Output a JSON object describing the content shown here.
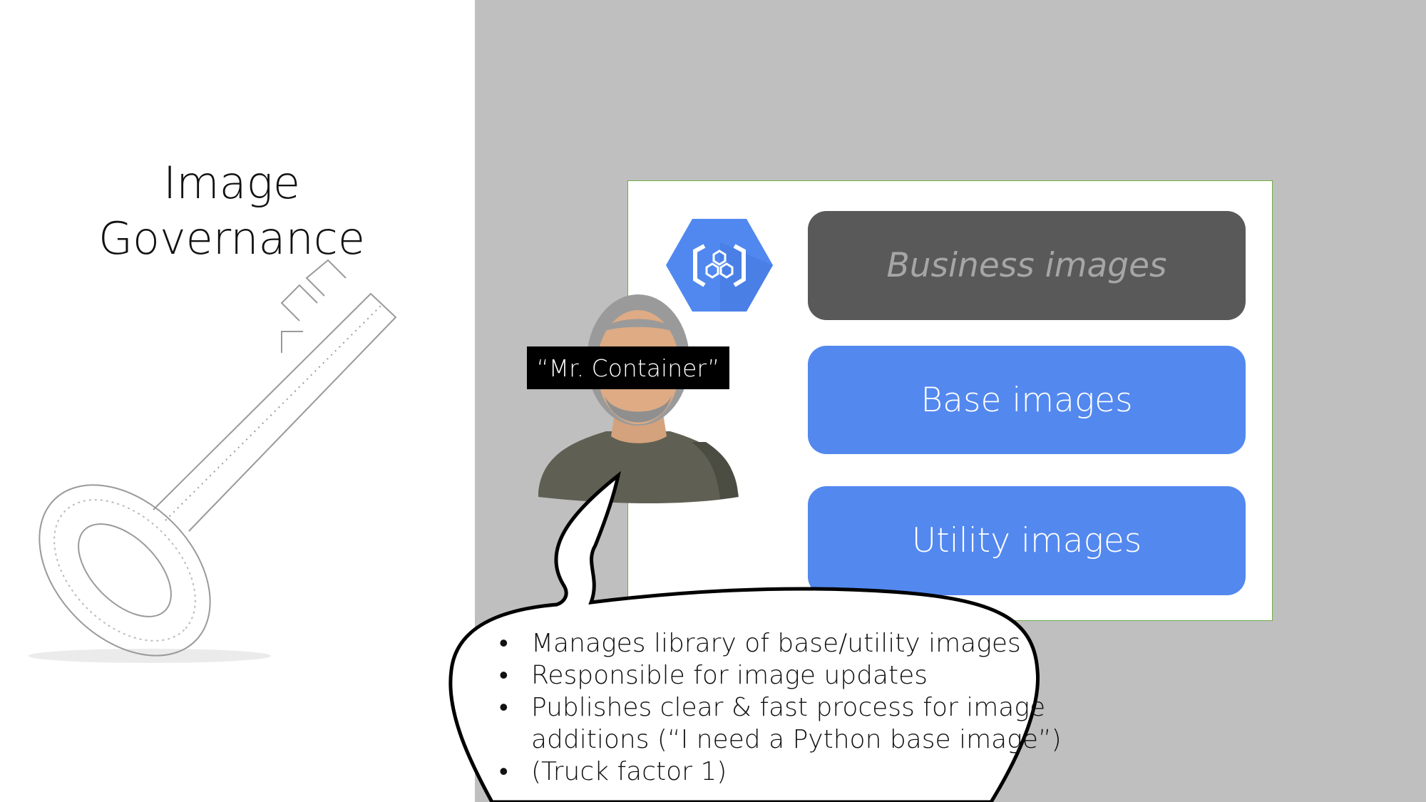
{
  "slide": {
    "title_lines": [
      "Image",
      "Governance"
    ],
    "layers": {
      "business": "Business images",
      "base": "Base images",
      "utility": "Utility images"
    },
    "person_label": "“Mr. Container”",
    "speech_bullets": [
      {
        "text": "Manages library of base/utility images",
        "bullet": true
      },
      {
        "text": "Responsible for image updates",
        "bullet": true
      },
      {
        "text": "Publishes clear & fast process for image",
        "bullet": true
      },
      {
        "text": "additions (“I need a Python base image”)",
        "bullet": false
      },
      {
        "text": "(Truck factor 1)",
        "bullet": true
      }
    ],
    "icons": [
      "key-illustration",
      "container-registry-hex-icon",
      "person-avatar"
    ],
    "colors": {
      "panel_border": "#70ad47",
      "base_box": "#5388ef",
      "business_box": "#595959",
      "background_right": "#bfbfbf"
    }
  }
}
